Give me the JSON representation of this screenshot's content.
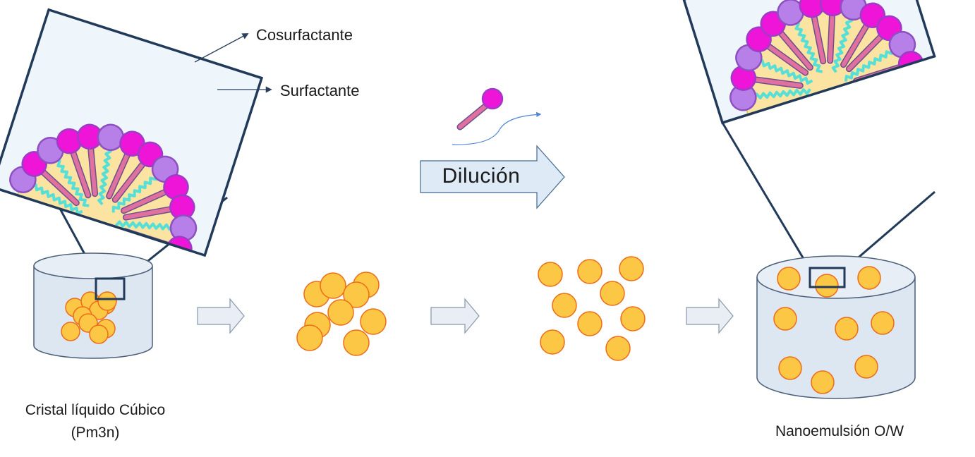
{
  "labels": {
    "cosurfactante": "Cosurfactante",
    "surfactante": "Surfactante",
    "dilucion": "Dilución",
    "left_caption_line1": "Cristal líquido Cúbico",
    "left_caption_line2": "(Pm3n)",
    "right_caption": "Nanoemulsión O/W"
  },
  "colors": {
    "zoom_frame_stroke": "#223a59",
    "zoom_frame_fill": "#eef5fb",
    "micelle_core": "#fbe3a2",
    "micelle_edge": "#f0bd3e",
    "surfactant_head": "#ee14d8",
    "cosurfactant_head": "#b77fe8",
    "tail_pink": "#e0709f",
    "tail_aqua": "#55dfd7",
    "droplet_fill": "#fcc744",
    "droplet_stroke": "#ee6c18",
    "container_fill": "#dde7f2",
    "container_stroke": "#4b5f78",
    "block_arrow_fill": "#e9eef4",
    "block_arrow_stroke": "#8797ab"
  }
}
